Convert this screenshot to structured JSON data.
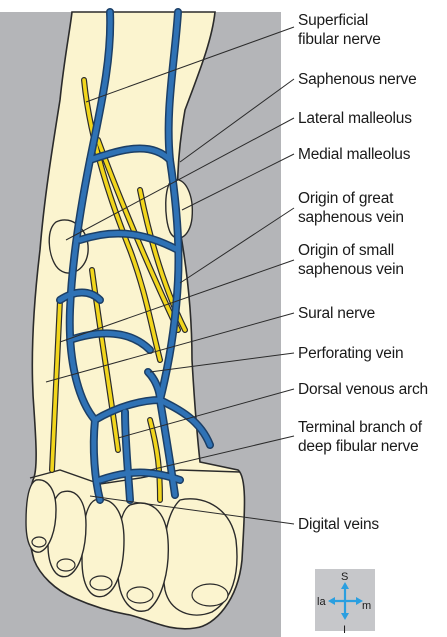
{
  "labels": [
    "Superficial\nfibular nerve",
    "Saphenous nerve",
    "Lateral malleolus",
    "Medial malleolus",
    "Origin of great\nsaphenous vein",
    "Origin of small\nsaphenous vein",
    "Sural nerve",
    "Perforating vein",
    "Dorsal venous arch",
    "Terminal branch of\ndeep fibular nerve",
    "Digital veins"
  ],
  "orientation": {
    "superior": "S",
    "lateral": "la",
    "medial": "m",
    "inferior": "I"
  },
  "colors": {
    "panel": "#b4b5b8",
    "bone": "#fbf4cf",
    "vein": "#2f72b5",
    "nerve": "#f2d61c",
    "outline": "#2b2b2b",
    "arrow": "#2a9fe0"
  }
}
